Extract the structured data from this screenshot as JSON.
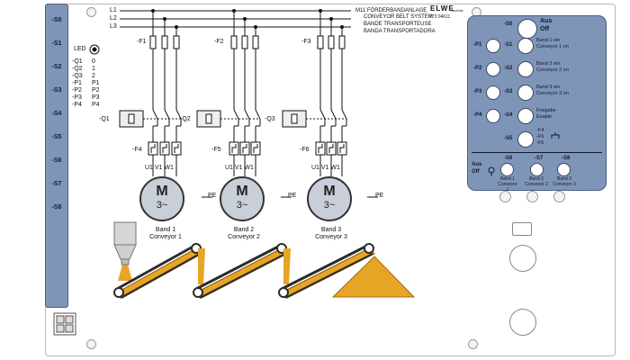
{
  "left_rail": {
    "labels": [
      "-S0",
      "-S1",
      "-S2",
      "-S3",
      "-S4",
      "-S5",
      "-S6",
      "-S7",
      "-S8"
    ]
  },
  "header": {
    "l1": "L1",
    "l2": "L2",
    "l3": "L3",
    "logo": "ELWE",
    "logo_sub": "Technik",
    "line1": "M11 FÖRDERBANDANLAGE",
    "line2": "CONVEYOR BELT SYSTEM",
    "code": "773 04611",
    "line3": "BANDE TRANSPORTEUSE",
    "line4": "BANDA TRANSPORTADORA"
  },
  "led_legend": {
    "title": "LED",
    "rows": [
      {
        "a": "-Q1",
        "b": "0"
      },
      {
        "a": "-Q2",
        "b": "1"
      },
      {
        "a": "-Q3",
        "b": "2"
      },
      {
        "a": "-P1",
        "b": "P1"
      },
      {
        "a": "-P2",
        "b": "P2"
      },
      {
        "a": "-P3",
        "b": "P3"
      },
      {
        "a": "-P4",
        "b": "P4"
      }
    ]
  },
  "schematic": {
    "fuses": [
      "-F1",
      "-F2",
      "-F3"
    ],
    "contactors": [
      "-Q1",
      "-Q2",
      "-Q3"
    ],
    "overloads": [
      "-F4",
      "-F5",
      "-F6"
    ],
    "terminals": "U1 V1 W1",
    "motor_letter": "M",
    "motor_phase": "3~",
    "pe": "PE",
    "motors": [
      {
        "line1": "Band 1",
        "line2": "Conveyor 1"
      },
      {
        "line1": "Band 2",
        "line2": "Conveyor 2"
      },
      {
        "line1": "Band 3",
        "line2": "Conveyor 3"
      }
    ]
  },
  "control_panel": {
    "s0": "-S0",
    "aus": "Aus",
    "off": "Off",
    "rows": [
      {
        "lamp": "-P1",
        "button": "-S1",
        "t1": "Band 1 ein",
        "t2": "Conveyor 1 on"
      },
      {
        "lamp": "-P2",
        "button": "-S2",
        "t1": "Band 2 ein",
        "t2": "Conveyor 2 on"
      },
      {
        "lamp": "-P3",
        "button": "-S3",
        "t1": "Band 3 ein",
        "t2": "Conveyor 3 on"
      },
      {
        "lamp": "-P4",
        "button": "-S4",
        "t1": "Freigabe",
        "t2": "Enable"
      }
    ],
    "s5": "-S5",
    "s5_text": [
      "-F4",
      "-F5",
      "-F6"
    ],
    "bottom_buttons": [
      {
        "label": "-S6",
        "t1": "Band 1",
        "t2": "Conveyor 1"
      },
      {
        "label": "-S7",
        "t1": "Band 2",
        "t2": "Conveyor 2"
      },
      {
        "label": "-S8",
        "t1": "Band 3",
        "t2": "Conveyor 3"
      }
    ],
    "aus_off": [
      "Aus",
      "Off"
    ]
  },
  "colors": {
    "panel_blue": "#7f95b8",
    "belt_fill": "#e7a526",
    "belt_dark": "#2b2b2b",
    "motor_gray": "#c9cfd8"
  }
}
